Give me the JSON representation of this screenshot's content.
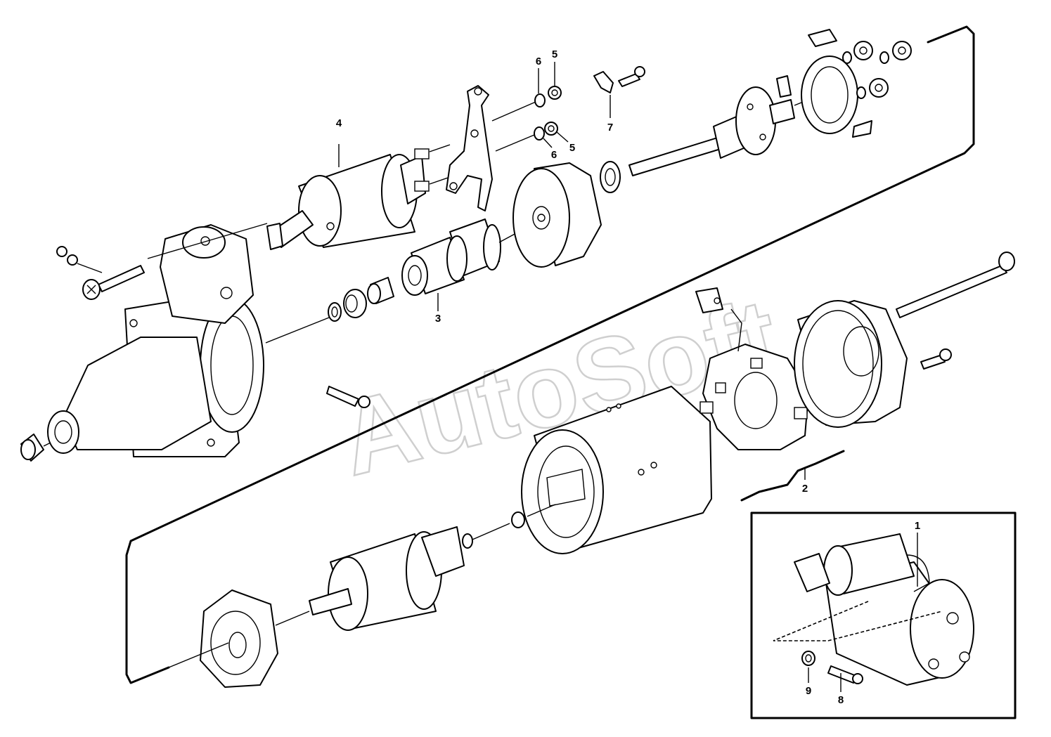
{
  "watermark": "AutoSoft",
  "callouts": {
    "c1": "1",
    "c2": "2",
    "c3": "3",
    "c4": "4",
    "c5a": "5",
    "c5b": "5",
    "c6a": "6",
    "c6b": "6",
    "c7": "7",
    "c8": "8",
    "c9": "9"
  }
}
